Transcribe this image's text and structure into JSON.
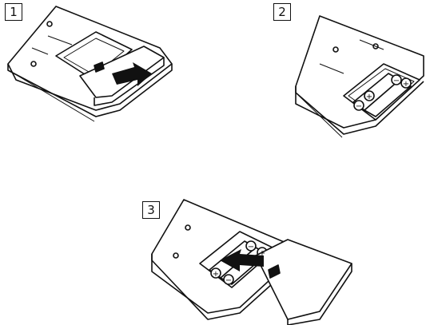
{
  "steps": [
    {
      "label": "1",
      "figure": "remote-back-sliding-battery-cover-open"
    },
    {
      "label": "2",
      "figure": "battery-compartment-with-two-batteries"
    },
    {
      "label": "3",
      "figure": "closing-battery-cover"
    }
  ],
  "polarity": {
    "plus": "+",
    "minus": "−"
  },
  "colors": {
    "ink": "#111111",
    "fill": "#ffffff",
    "arrow": "#111111"
  }
}
